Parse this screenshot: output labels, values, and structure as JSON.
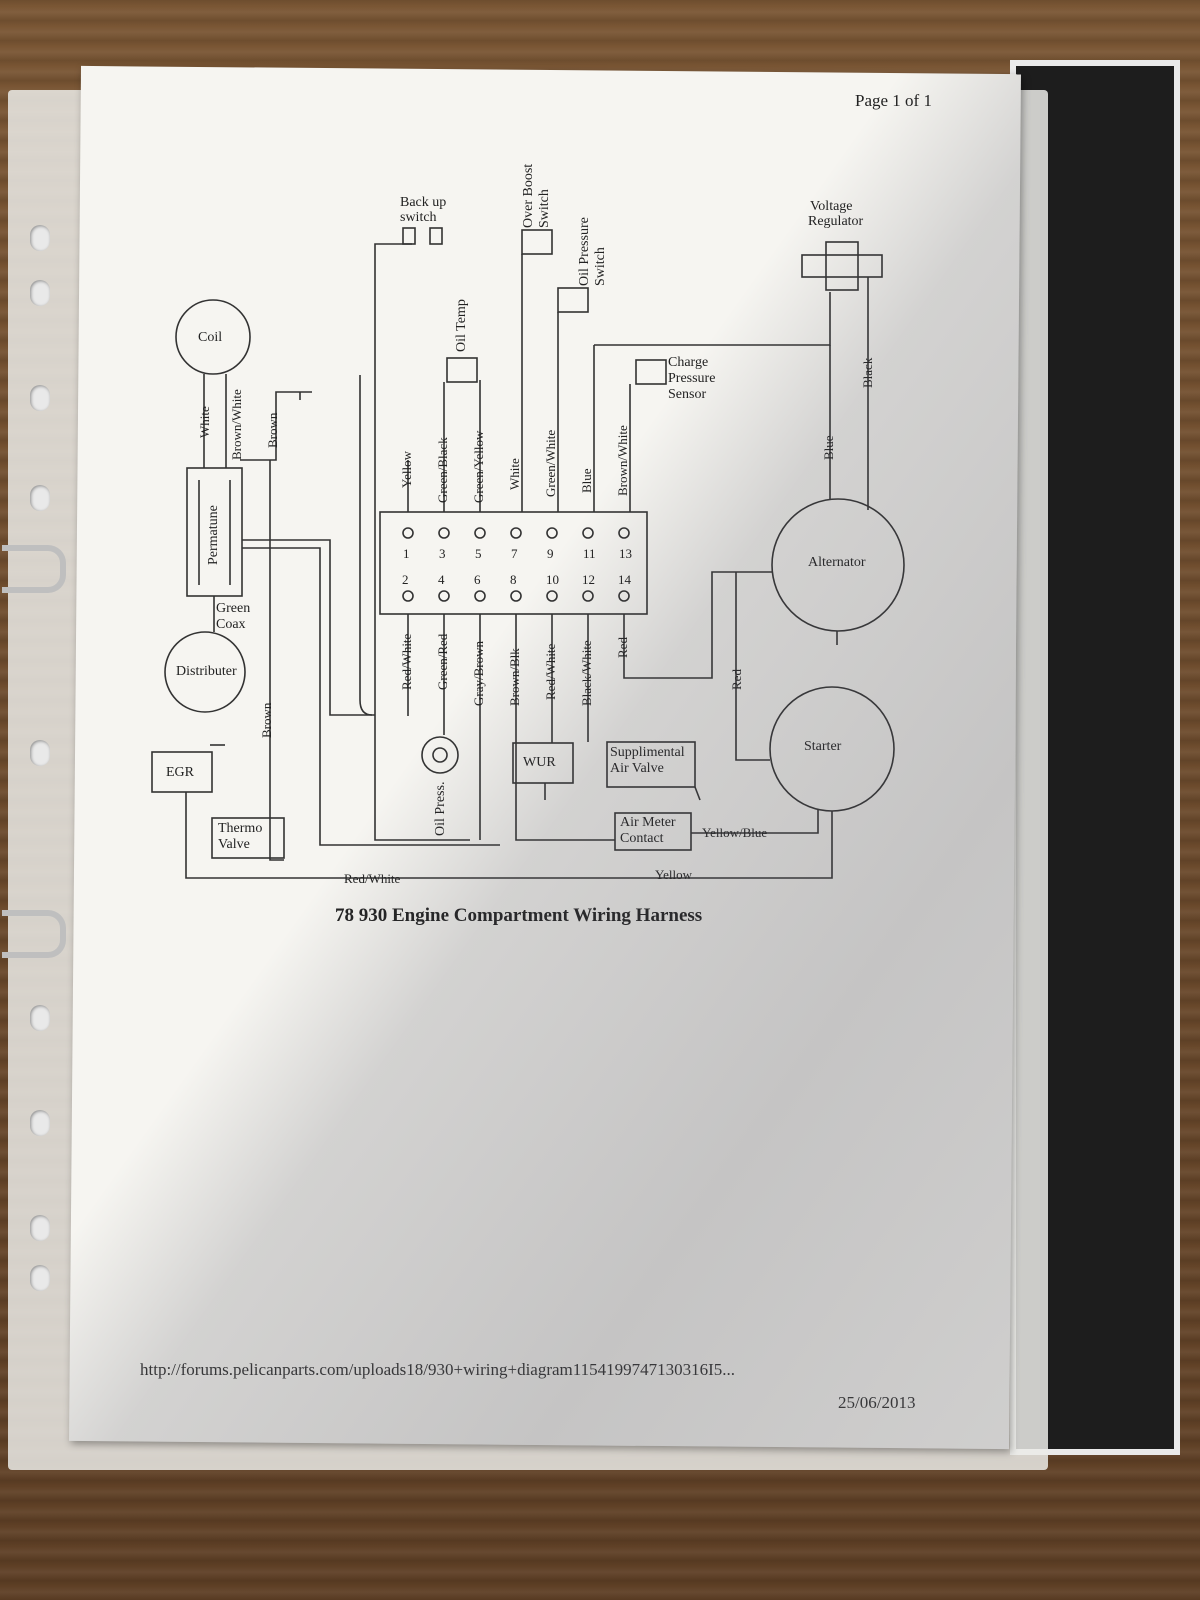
{
  "header": {
    "page": "Page 1 of 1"
  },
  "title": "78 930 Engine Compartment Wiring Harness",
  "footer": {
    "url": "http://forums.pelicanparts.com/uploads18/930+wiring+diagram1154199747130316I5...",
    "date": "25/06/2013"
  },
  "components": {
    "coil": "Coil",
    "distributer": "Distributer",
    "permatune": "Permatune",
    "green_coax": [
      "Green",
      "Coax"
    ],
    "egr": "EGR",
    "thermo_valve": [
      "Thermo",
      "Valve"
    ],
    "back_up_switch": [
      "Back up",
      "switch"
    ],
    "oil_temp": "Oil Temp",
    "over_boost_switch": [
      "Over Boost",
      "Switch"
    ],
    "oil_pressure_switch": [
      "Oil Pressure",
      "Switch"
    ],
    "charge_pressure_sensor": [
      "Charge",
      "Pressure",
      "Sensor"
    ],
    "voltage_regulator": [
      "Voltage",
      "Regulator"
    ],
    "alternator": "Alternator",
    "starter": "Starter",
    "wur": "WUR",
    "supplimental_air_valve": [
      "Supplimental",
      "Air Valve"
    ],
    "air_meter_contact": [
      "Air Meter",
      "Contact"
    ],
    "oil_press": "Oil Press."
  },
  "terminals": {
    "top": [
      "1",
      "3",
      "5",
      "7",
      "9",
      "11",
      "13"
    ],
    "bottom": [
      "2",
      "4",
      "6",
      "8",
      "10",
      "12",
      "14"
    ]
  },
  "wires": {
    "top": [
      "Yellow",
      "Green/Black",
      "Green/Yellow",
      "White",
      "Green/White",
      "Blue",
      "Brown/White"
    ],
    "bottom": [
      "Red/White",
      "Green/Red",
      "Gray/Brown",
      "Brown/Blk",
      "Red/White",
      "Black/White",
      "Red"
    ],
    "coil_white": "White",
    "coil_brown_white": "Brown/White",
    "ground_brown": "Brown",
    "distributer_brown": "Brown",
    "reg_blue": "Blue",
    "reg_black": "Black",
    "alt_red": "Red",
    "air_meter_yellow_blue": "Yellow/Blue",
    "bottom_red_white": "Red/White",
    "bottom_yellow": "Yellow"
  }
}
